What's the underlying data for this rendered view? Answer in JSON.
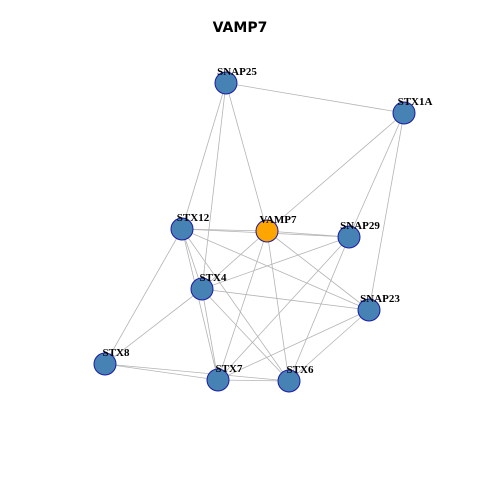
{
  "title": "VAMP7",
  "colors": {
    "node_fill": "#4682b4",
    "center_fill": "#ffa500",
    "node_stroke": "#1a1aa6",
    "edge": "#b4b4b4"
  },
  "nodes": [
    {
      "id": "SNAP25",
      "label": "SNAP25"
    },
    {
      "id": "STX1A",
      "label": "STX1A"
    },
    {
      "id": "STX12",
      "label": "STX12"
    },
    {
      "id": "VAMP7",
      "label": "VAMP7",
      "center": true
    },
    {
      "id": "SNAP29",
      "label": "SNAP29"
    },
    {
      "id": "STX4",
      "label": "STX4"
    },
    {
      "id": "SNAP23",
      "label": "SNAP23"
    },
    {
      "id": "STX8",
      "label": "STX8"
    },
    {
      "id": "STX7",
      "label": "STX7"
    },
    {
      "id": "STX6",
      "label": "STX6"
    }
  ],
  "edges": [
    [
      "SNAP25",
      "STX1A"
    ],
    [
      "SNAP25",
      "STX12"
    ],
    [
      "SNAP25",
      "VAMP7"
    ],
    [
      "SNAP25",
      "STX4"
    ],
    [
      "STX1A",
      "VAMP7"
    ],
    [
      "STX1A",
      "SNAP29"
    ],
    [
      "STX1A",
      "SNAP23"
    ],
    [
      "STX12",
      "VAMP7"
    ],
    [
      "STX12",
      "SNAP29"
    ],
    [
      "STX12",
      "STX4"
    ],
    [
      "STX12",
      "SNAP23"
    ],
    [
      "STX12",
      "STX8"
    ],
    [
      "STX12",
      "STX7"
    ],
    [
      "STX12",
      "STX6"
    ],
    [
      "VAMP7",
      "SNAP29"
    ],
    [
      "VAMP7",
      "STX4"
    ],
    [
      "VAMP7",
      "SNAP23"
    ],
    [
      "VAMP7",
      "STX7"
    ],
    [
      "VAMP7",
      "STX6"
    ],
    [
      "SNAP29",
      "STX4"
    ],
    [
      "SNAP29",
      "STX7"
    ],
    [
      "SNAP29",
      "STX6"
    ],
    [
      "STX4",
      "SNAP23"
    ],
    [
      "STX4",
      "STX8"
    ],
    [
      "STX4",
      "STX7"
    ],
    [
      "STX4",
      "STX6"
    ],
    [
      "SNAP23",
      "STX7"
    ],
    [
      "SNAP23",
      "STX6"
    ],
    [
      "STX8",
      "STX7"
    ],
    [
      "STX8",
      "STX6"
    ],
    [
      "STX7",
      "STX6"
    ]
  ]
}
